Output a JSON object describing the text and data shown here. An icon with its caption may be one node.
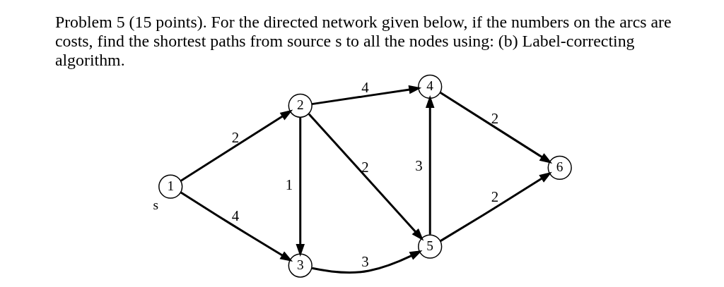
{
  "diagram": {
    "title": "Problem 5 (15 points). For the directed network given below, if the numbers on the arcs are costs, find the shortest paths from source s to all the nodes using: (b) Label-correcting algorithm.",
    "nodes": [
      {
        "text": [
          "1"
        ],
        "beside": [
          "s"
        ]
      },
      {
        "text": [
          "2"
        ]
      },
      {
        "text": [
          "3"
        ]
      },
      {
        "text": [
          "4"
        ]
      },
      {
        "text": [
          "5"
        ]
      },
      {
        "text": [
          "6"
        ]
      }
    ],
    "edges": [
      {
        "from": 0,
        "to": 1,
        "arrow": "to",
        "label": "2"
      },
      {
        "from": 0,
        "to": 2,
        "arrow": "to",
        "label": "4"
      },
      {
        "from": 1,
        "to": 3,
        "arrow": "to",
        "label": "4"
      },
      {
        "from": 1,
        "to": 2,
        "arrow": "to",
        "label": "1"
      },
      {
        "from": 1,
        "to": 4,
        "arrow": "to",
        "label": "2"
      },
      {
        "from": 2,
        "to": 4,
        "arrow": "to",
        "label": "3"
      },
      {
        "from": 4,
        "to": 3,
        "arrow": "to",
        "label": "3"
      },
      {
        "from": 3,
        "to": 5,
        "arrow": "to",
        "label": "2"
      },
      {
        "from": 4,
        "to": 5,
        "arrow": "to",
        "label": "2"
      }
    ]
  }
}
